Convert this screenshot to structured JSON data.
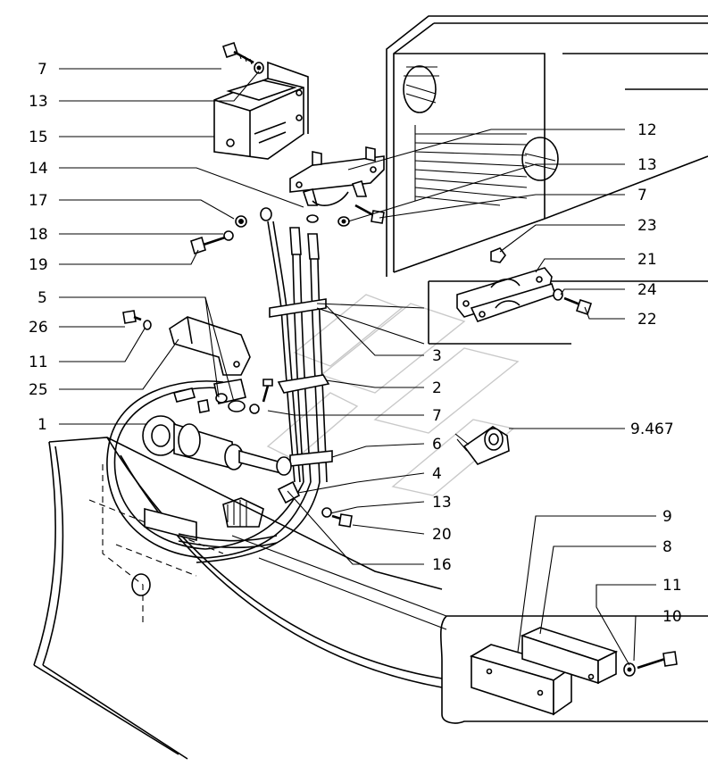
{
  "callouts": [
    {
      "id": "c7a",
      "text": "7"
    },
    {
      "id": "c13a",
      "text": "13"
    },
    {
      "id": "c15",
      "text": "15"
    },
    {
      "id": "c14",
      "text": "14"
    },
    {
      "id": "c17",
      "text": "17"
    },
    {
      "id": "c18",
      "text": "18"
    },
    {
      "id": "c19",
      "text": "19"
    },
    {
      "id": "c5",
      "text": "5"
    },
    {
      "id": "c26",
      "text": "26"
    },
    {
      "id": "c11a",
      "text": "11"
    },
    {
      "id": "c25",
      "text": "25"
    },
    {
      "id": "c1",
      "text": "1"
    },
    {
      "id": "c12",
      "text": "12"
    },
    {
      "id": "c13b",
      "text": "13"
    },
    {
      "id": "c7b",
      "text": "7"
    },
    {
      "id": "c23",
      "text": "23"
    },
    {
      "id": "c21",
      "text": "21"
    },
    {
      "id": "c24",
      "text": "24"
    },
    {
      "id": "c22",
      "text": "22"
    },
    {
      "id": "c3",
      "text": "3"
    },
    {
      "id": "c2",
      "text": "2"
    },
    {
      "id": "c7c",
      "text": "7"
    },
    {
      "id": "c9467",
      "text": "9.467"
    },
    {
      "id": "c6",
      "text": "6"
    },
    {
      "id": "c4",
      "text": "4"
    },
    {
      "id": "c13c",
      "text": "13"
    },
    {
      "id": "c20",
      "text": "20"
    },
    {
      "id": "c16",
      "text": "16"
    },
    {
      "id": "c9",
      "text": "9"
    },
    {
      "id": "c8",
      "text": "8"
    },
    {
      "id": "c11b",
      "text": "11"
    },
    {
      "id": "c10",
      "text": "10"
    }
  ]
}
